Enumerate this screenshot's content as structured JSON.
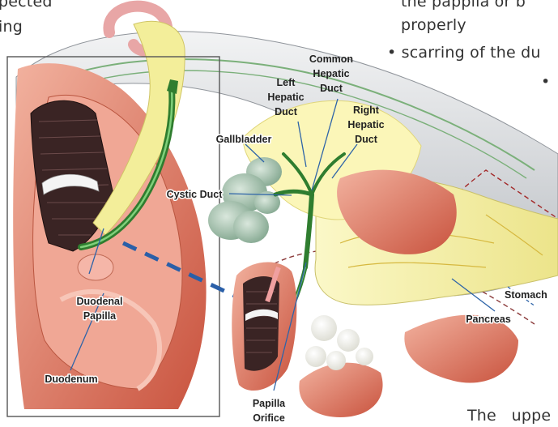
{
  "page_text": {
    "top_left_1": "pected",
    "top_left_2": "ing",
    "top_right_1": "the pappila or b",
    "top_right_2": "properly",
    "bullet_1": "scarring of the du",
    "bottom_right": "The   uppe"
  },
  "labels": {
    "common_hepatic_duct": [
      "Common",
      "Hepatic",
      "Duct"
    ],
    "left_hepatic_duct": [
      "Left",
      "Hepatic",
      "Duct"
    ],
    "right_hepatic_duct": [
      "Right",
      "Hepatic",
      "Duct"
    ],
    "gallbladder": "Gallbladder",
    "cystic_duct": "Cystic Duct",
    "duodenal_papilla": [
      "Duodenal",
      "Papilla"
    ],
    "duodenum": "Duodenum",
    "papilla_orifice": [
      "Papilla",
      "Orifice"
    ],
    "pancreas": "Pancreas",
    "stomach": "Stomach"
  },
  "colors": {
    "leader": "#2e64a8",
    "duct_green": "#3f8f3c",
    "bile_yellow": "#f3ee9a",
    "tissue_red": "#d96a55",
    "gallbladder": "#9cbaa5",
    "stomach_gray": "#c9ccd0",
    "zoom_line": "#2a5fa8"
  }
}
